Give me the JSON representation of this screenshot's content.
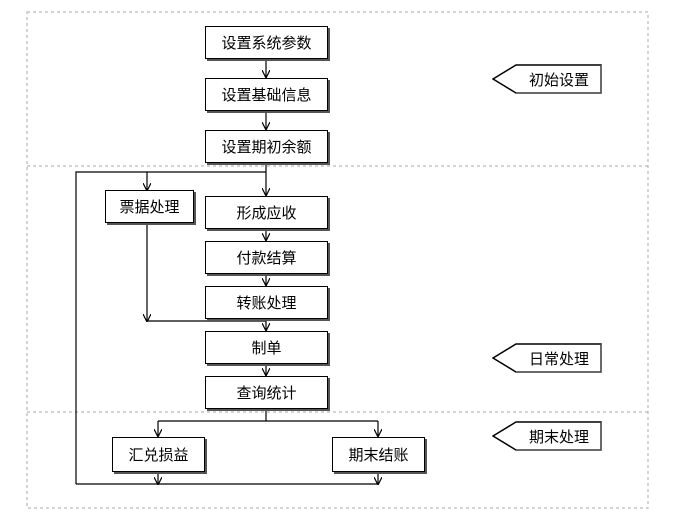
{
  "flowchart": {
    "phases": {
      "initial": "初始设置",
      "daily": "日常处理",
      "period_end": "期末处理"
    },
    "steps": {
      "set_system_params": "设置系统参数",
      "set_basic_info": "设置基础信息",
      "set_opening_balance": "设置期初余额",
      "bill_processing": "票据处理",
      "form_receivables": "形成应收",
      "payment_settlement": "付款结算",
      "transfer_processing": "转账处理",
      "make_voucher": "制单",
      "query_statistics": "查询统计",
      "exchange_gain_loss": "汇兑损益",
      "period_end_closing": "期末结账"
    }
  }
}
